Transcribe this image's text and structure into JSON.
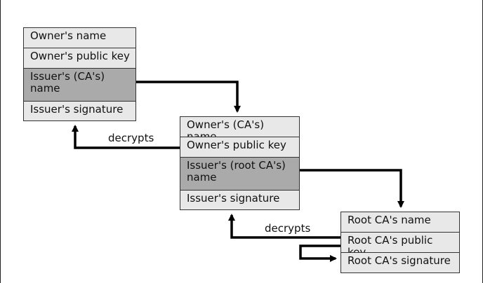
{
  "certificates": [
    {
      "fields": [
        {
          "label": "Owner's name",
          "highlight": false
        },
        {
          "label": "Owner's public key",
          "highlight": false
        },
        {
          "label": "Issuer's (CA's) name",
          "highlight": true
        },
        {
          "label": "Issuer's signature",
          "highlight": false
        }
      ]
    },
    {
      "fields": [
        {
          "label": "Owner's (CA's) name",
          "highlight": false
        },
        {
          "label": "Owner's public key",
          "highlight": false
        },
        {
          "label": "Issuer's (root CA's) name",
          "highlight": true
        },
        {
          "label": "Issuer's signature",
          "highlight": false
        }
      ]
    },
    {
      "fields": [
        {
          "label": "Root CA's name",
          "highlight": false
        },
        {
          "label": "Root CA's public key",
          "highlight": false
        },
        {
          "label": "Root CA's signature",
          "highlight": false
        }
      ]
    }
  ],
  "edge_labels": {
    "decrypts_1": "decrypts",
    "decrypts_2": "decrypts"
  },
  "colors": {
    "field_bg": "#e8e8e8",
    "highlight_bg": "#aaaaaa",
    "border": "#333333",
    "arrow": "#000000"
  }
}
